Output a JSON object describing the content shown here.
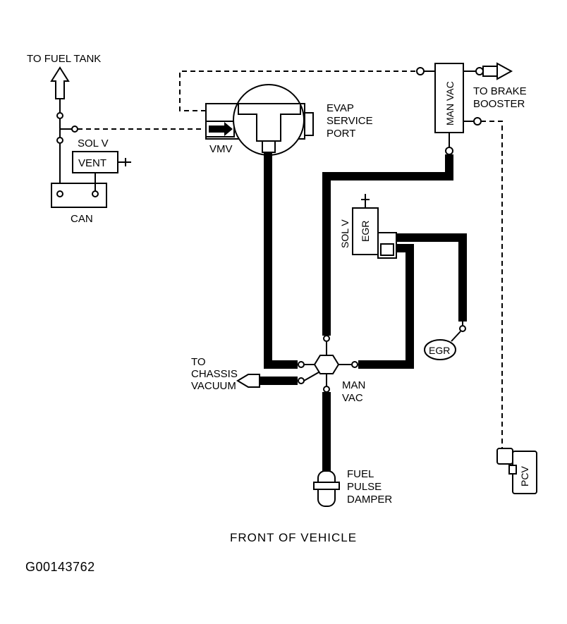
{
  "labels": {
    "to_fuel_tank": "TO FUEL TANK",
    "sol_v_top": "SOL V",
    "vent": "VENT",
    "can": "CAN",
    "vmv": "VMV",
    "evap_line1": "EVAP",
    "evap_line2": "SERVICE",
    "evap_line3": "PORT",
    "man_vac_box": "MAN VAC",
    "to_brake_line1": "TO BRAKE",
    "to_brake_line2": "BOOSTER",
    "sol_v_egr": "SOL V",
    "egr_box": "EGR",
    "egr_valve": "EGR",
    "to_chassis_line1": "TO",
    "to_chassis_line2": "CHASSIS",
    "to_chassis_line3": "VACUUM",
    "man_vac_manifold_line1": "MAN",
    "man_vac_manifold_line2": "VAC",
    "fuel_line1": "FUEL",
    "fuel_line2": "PULSE",
    "fuel_line3": "DAMPER",
    "pcv": "PCV"
  },
  "caption": "FRONT OF VEHICLE",
  "figure_id": "G00143762"
}
